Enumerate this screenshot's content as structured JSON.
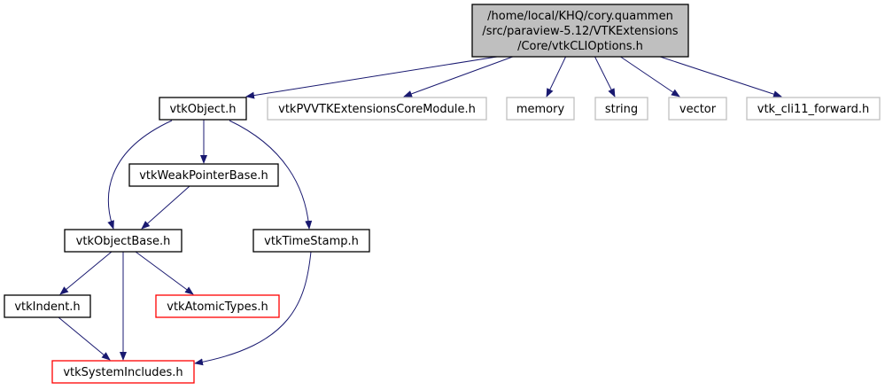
{
  "colors": {
    "edge": "#191970",
    "root_fill": "#bfbfbf",
    "node_border": "#000000",
    "external_border": "#bfbfbf",
    "truncated_border": "#ff0000"
  },
  "nodes": [
    {
      "id": "root",
      "lines": [
        "/home/local/KHQ/cory.quammen",
        "/src/paraview-5.12/VTKExtensions",
        "/Core/vtkCLIOptions.h"
      ],
      "style": "root"
    },
    {
      "id": "vtkObject",
      "lines": [
        "vtkObject.h"
      ],
      "style": "normal"
    },
    {
      "id": "coreModule",
      "lines": [
        "vtkPVVTKExtensionsCoreModule.h"
      ],
      "style": "external"
    },
    {
      "id": "memory",
      "lines": [
        "memory"
      ],
      "style": "external"
    },
    {
      "id": "string",
      "lines": [
        "string"
      ],
      "style": "external"
    },
    {
      "id": "vector",
      "lines": [
        "vector"
      ],
      "style": "external"
    },
    {
      "id": "cli11",
      "lines": [
        "vtk_cli11_forward.h"
      ],
      "style": "external"
    },
    {
      "id": "weak",
      "lines": [
        "vtkWeakPointerBase.h"
      ],
      "style": "normal"
    },
    {
      "id": "objectBase",
      "lines": [
        "vtkObjectBase.h"
      ],
      "style": "normal"
    },
    {
      "id": "timeStamp",
      "lines": [
        "vtkTimeStamp.h"
      ],
      "style": "normal"
    },
    {
      "id": "indent",
      "lines": [
        "vtkIndent.h"
      ],
      "style": "normal"
    },
    {
      "id": "atomic",
      "lines": [
        "vtkAtomicTypes.h"
      ],
      "style": "truncated"
    },
    {
      "id": "sysIncludes",
      "lines": [
        "vtkSystemIncludes.h"
      ],
      "style": "truncated"
    }
  ],
  "edges": [
    [
      "root",
      "vtkObject"
    ],
    [
      "root",
      "coreModule"
    ],
    [
      "root",
      "memory"
    ],
    [
      "root",
      "string"
    ],
    [
      "root",
      "vector"
    ],
    [
      "root",
      "cli11"
    ],
    [
      "vtkObject",
      "weak"
    ],
    [
      "vtkObject",
      "objectBase"
    ],
    [
      "vtkObject",
      "timeStamp"
    ],
    [
      "weak",
      "objectBase"
    ],
    [
      "objectBase",
      "indent"
    ],
    [
      "objectBase",
      "atomic"
    ],
    [
      "objectBase",
      "sysIncludes"
    ],
    [
      "indent",
      "sysIncludes"
    ],
    [
      "timeStamp",
      "sysIncludes"
    ]
  ]
}
